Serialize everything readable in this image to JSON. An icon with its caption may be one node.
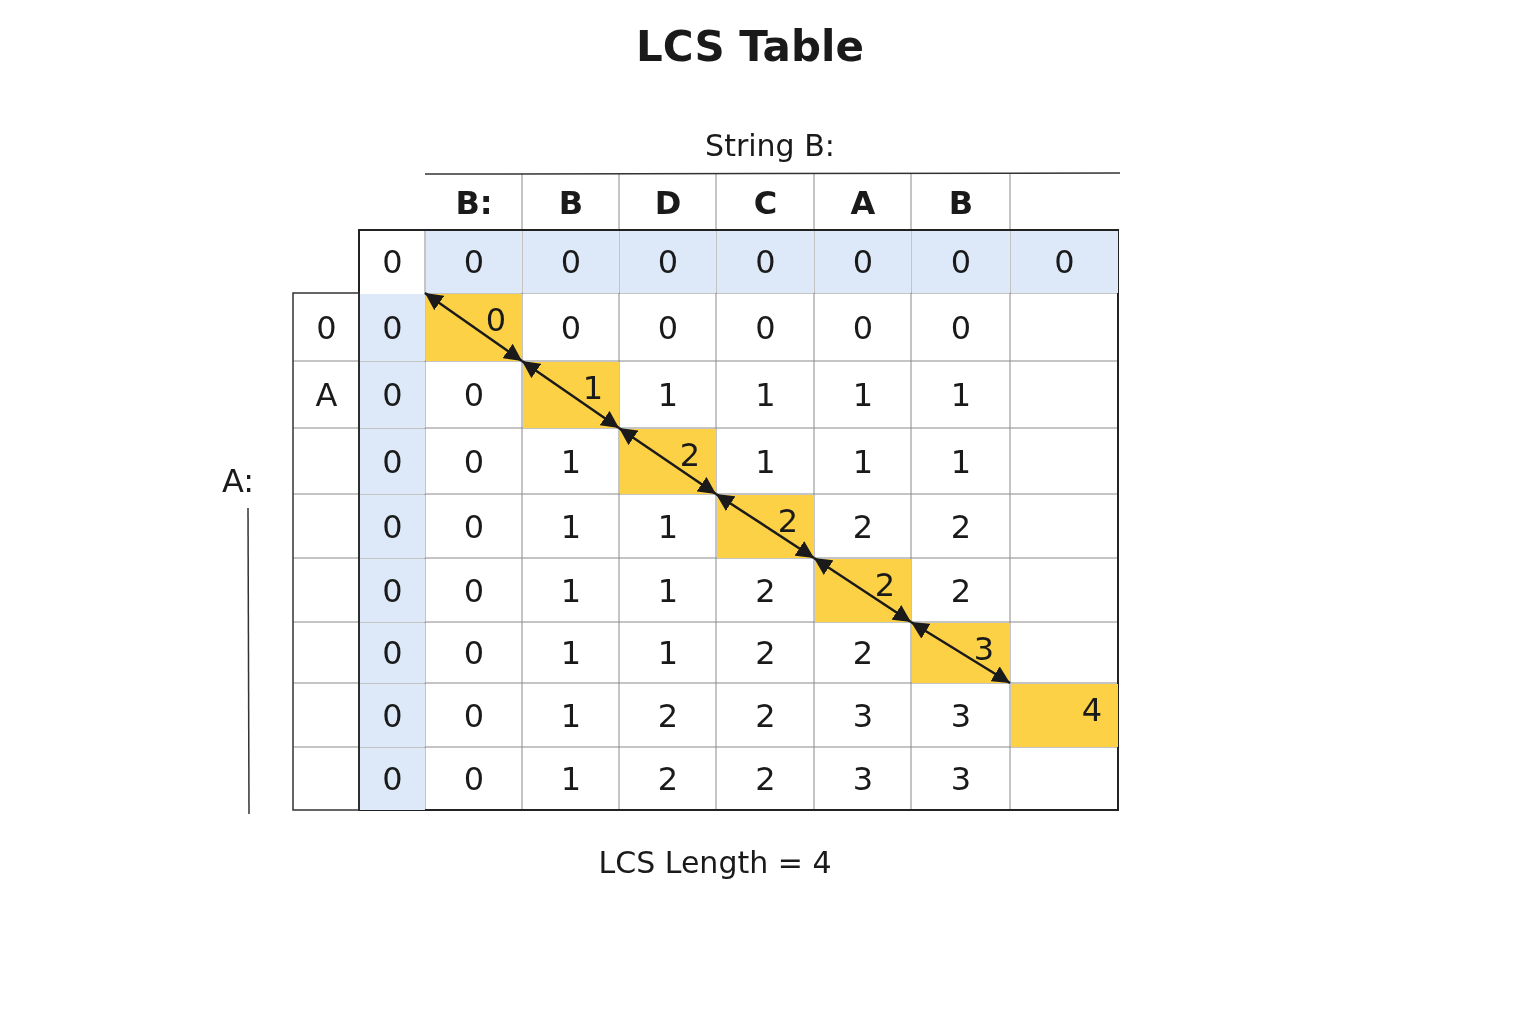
{
  "diagram": {
    "title": "LCS Table",
    "caption": "LCS Length = 4",
    "nodes": [
      {
        "text": [
          "0"
        ]
      },
      {
        "text": [
          "1"
        ]
      },
      {
        "text": [
          "2"
        ]
      },
      {
        "text": [
          "2"
        ]
      },
      {
        "text": [
          "2"
        ]
      },
      {
        "text": [
          "3"
        ]
      },
      {
        "text": [
          "4"
        ]
      }
    ],
    "edges": [
      {
        "from": 0,
        "to": 1,
        "arrow": "both"
      },
      {
        "from": 1,
        "to": 2,
        "arrow": "both"
      },
      {
        "from": 2,
        "to": 3,
        "arrow": "both"
      },
      {
        "from": 3,
        "to": 4,
        "arrow": "both"
      },
      {
        "from": 4,
        "to": 5,
        "arrow": "both"
      },
      {
        "from": 5,
        "to": 6,
        "arrow": "both"
      }
    ],
    "labels": [
      "String B:",
      "B:",
      "B",
      "D",
      "C",
      "A",
      "B",
      "0",
      "0",
      "0",
      "0",
      "0",
      "0",
      "0",
      "0",
      "0",
      "0",
      "0",
      "0",
      "0",
      "0",
      "0",
      "A",
      "0",
      "0",
      "1",
      "1",
      "1",
      "1",
      "A:",
      "0",
      "0",
      "1",
      "1",
      "1",
      "1",
      "0",
      "0",
      "1",
      "1",
      "2",
      "2",
      "0",
      "0",
      "1",
      "1",
      "2",
      "2",
      "0",
      "0",
      "1",
      "1",
      "2",
      "2",
      "0",
      "0",
      "1",
      "2",
      "2",
      "3",
      "3",
      "0",
      "0",
      "1",
      "2",
      "2",
      "3",
      "3"
    ]
  }
}
